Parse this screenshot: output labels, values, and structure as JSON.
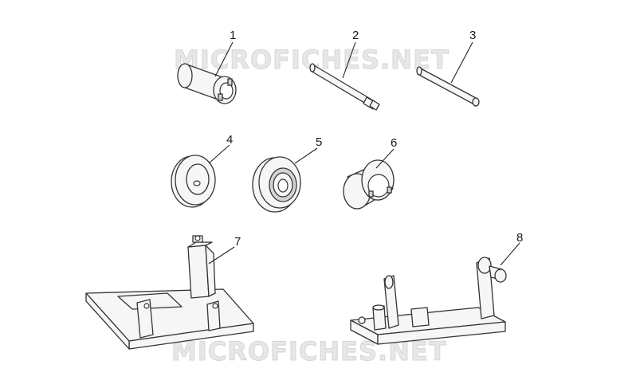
{
  "watermark": {
    "top": "MICROFICHES.NET",
    "bottom": "MICROFICHES.NET"
  },
  "callouts": [
    "1",
    "2",
    "3",
    "4",
    "5",
    "6",
    "7",
    "8"
  ],
  "colors": {
    "line": "#333333",
    "fill": "#f6f6f6",
    "watermark": "#e7e7e7"
  }
}
